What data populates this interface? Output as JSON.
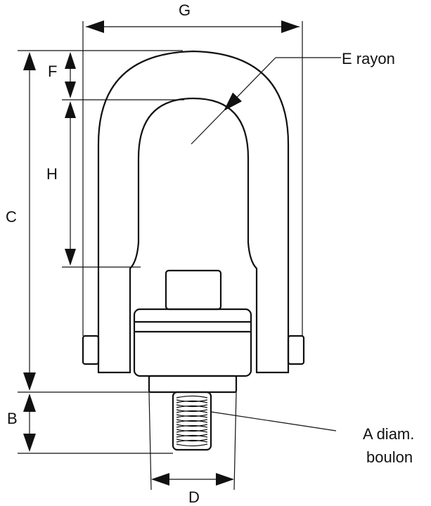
{
  "diagram": {
    "labels": {
      "g": "G",
      "e": "E rayon",
      "f": "F",
      "h": "H",
      "c": "C",
      "b": "B",
      "a_line1": "A diam.",
      "a_line2": "boulon",
      "d": "D"
    },
    "colors": {
      "line": "#111111",
      "background": "#ffffff"
    }
  }
}
